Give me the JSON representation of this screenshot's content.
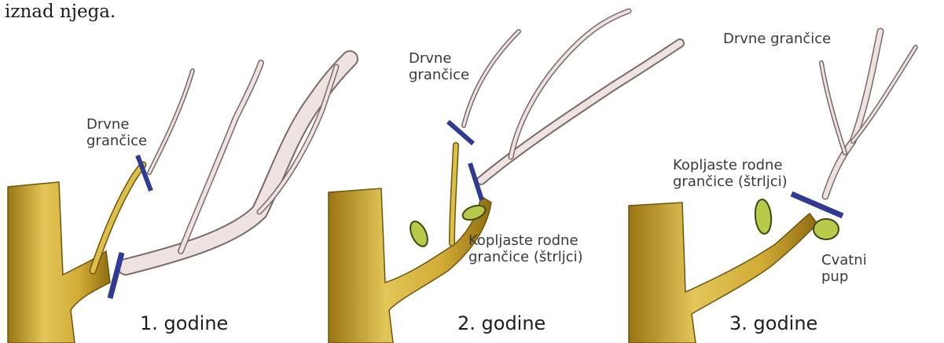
{
  "top_text": "iznad njega.",
  "panels": [
    {
      "year_label": "1. godine",
      "labels": {
        "wood_twigs": [
          "Drvne",
          "grančice"
        ]
      }
    },
    {
      "year_label": "2. godine",
      "labels": {
        "wood_twigs": [
          "Drvne",
          "grančice"
        ],
        "spur_twigs": [
          "Kopljaste rodne",
          "grančice (štrljci)"
        ]
      }
    },
    {
      "year_label": "3. godine",
      "labels": {
        "wood_twigs": [
          "Drvne grančice"
        ],
        "spur_twigs": [
          "Kopljaste rodne",
          "grančice (štrljci)"
        ],
        "flower_bud": [
          "Cvatni",
          "pup"
        ]
      }
    }
  ],
  "colors": {
    "trunk": "#d4b23a",
    "trunk_dark": "#8a6a12",
    "twig": "#efe3e1",
    "twig_edge": "#7a6a6a",
    "cut_mark": "#2f3a94",
    "leaf": "#b9c94a",
    "leaf_dark": "#3d4a10"
  }
}
